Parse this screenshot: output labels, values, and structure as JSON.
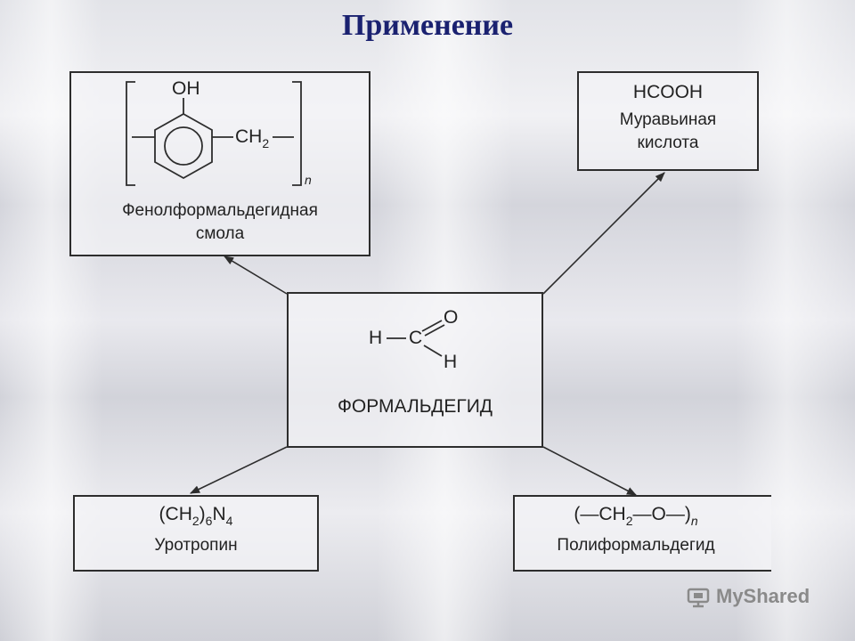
{
  "title": "Применение",
  "center": {
    "label": "ФОРМАЛЬДЕГИД",
    "formula": {
      "h_left": "H",
      "c": "C",
      "o": "O",
      "h_right": "H"
    }
  },
  "top_left": {
    "caption_line1": "Фенолформальдегидная",
    "caption_line2": "смола",
    "oh": "OH",
    "ch2": "CH",
    "ch2_sub": "2",
    "n": "n"
  },
  "top_right": {
    "formula": "HCOOH",
    "caption_line1": "Муравьиная",
    "caption_line2": "кислота"
  },
  "bottom_left": {
    "formula_main": "(CH",
    "formula_sub1": "2",
    "formula_mid": ")",
    "formula_sub2": "6",
    "formula_n": "N",
    "formula_sub3": "4",
    "caption": "Уротропин"
  },
  "bottom_right": {
    "formula_a": "(—CH",
    "formula_sub": "2",
    "formula_b": "—O—)",
    "formula_n": "n",
    "caption": "Полиформальдегид"
  },
  "watermark": "MyShared"
}
